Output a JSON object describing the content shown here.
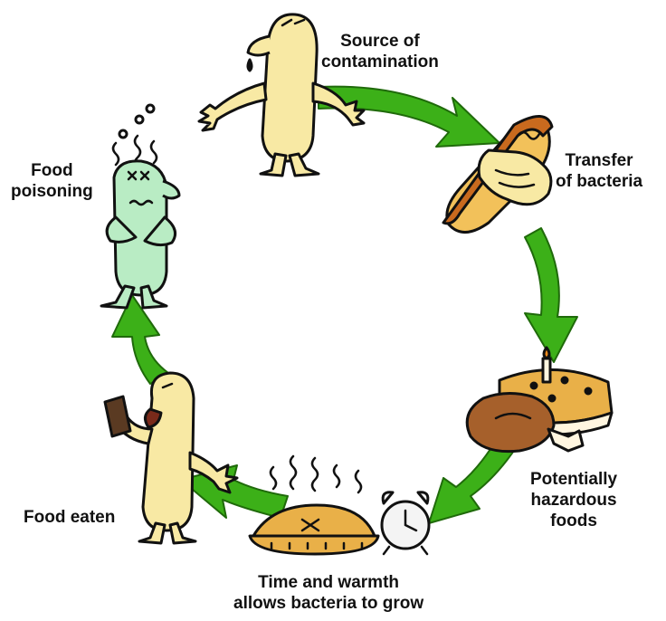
{
  "colors": {
    "arrow": "#3cb018",
    "arrow_outline": "#1f6a0a",
    "figure_yellow": "#f8e9a4",
    "figure_sick": "#b9ecc4",
    "outline": "#111111",
    "hotdog_bun": "#f2c15a",
    "hotdog_sausage": "#c96a1e",
    "pie_crust": "#e9b048",
    "turkey": "#a6602b"
  },
  "stages": [
    {
      "id": "source",
      "icon": "germ-figure-icon",
      "lines": [
        "Source of",
        "contamination"
      ]
    },
    {
      "id": "transfer",
      "icon": "hand-holding-hotdog-icon",
      "lines": [
        "Transfer",
        "of bacteria"
      ]
    },
    {
      "id": "potential",
      "icon": "pie-and-turkey-icon",
      "lines": [
        "Potentially",
        "hazardous",
        "foods"
      ]
    },
    {
      "id": "time",
      "icon": "steaming-pie-and-clock-icon",
      "lines": [
        "Time and warmth",
        "allows bacteria to grow"
      ]
    },
    {
      "id": "eaten",
      "icon": "figure-eating-icon",
      "lines": [
        "Food eaten"
      ]
    },
    {
      "id": "poisoning",
      "icon": "sick-figure-icon",
      "lines": [
        "Food",
        "poisoning"
      ]
    }
  ]
}
